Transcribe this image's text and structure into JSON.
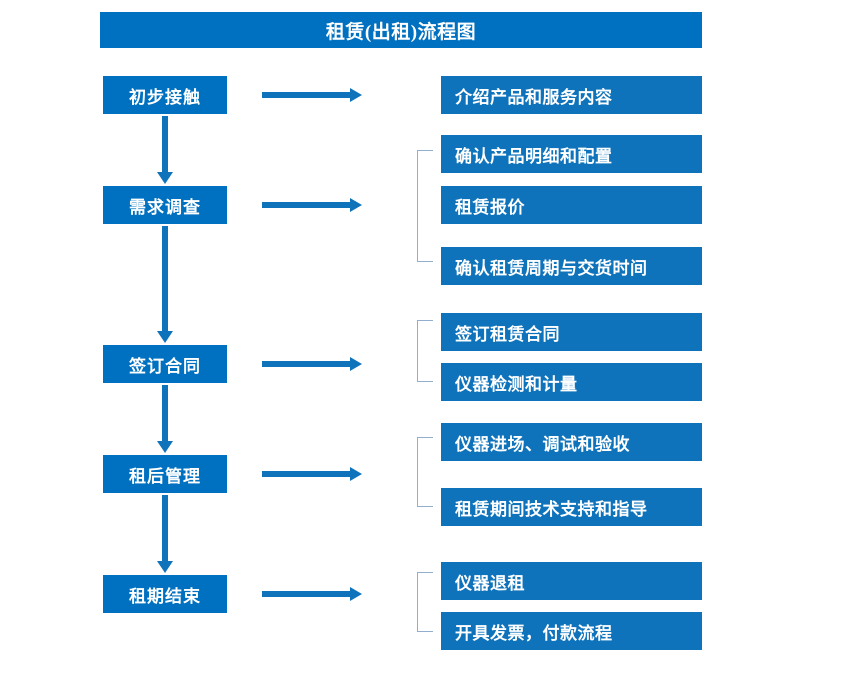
{
  "diagram": {
    "title": "租赁(出租)流程图",
    "colors": {
      "stage_box": "#0070c0",
      "detail_box": "#0f73bb",
      "arrow": "#0f73bb",
      "bracket": "#8faed0",
      "text": "#ffffff",
      "background": "#ffffff"
    },
    "stages": [
      {
        "id": "stage-1",
        "label": "初步接触"
      },
      {
        "id": "stage-2",
        "label": "需求调查"
      },
      {
        "id": "stage-3",
        "label": "签订合同"
      },
      {
        "id": "stage-4",
        "label": "租后管理"
      },
      {
        "id": "stage-5",
        "label": "租期结束"
      }
    ],
    "details": [
      {
        "id": "detail-1",
        "label": "介绍产品和服务内容",
        "stage": "初步接触"
      },
      {
        "id": "detail-2",
        "label": "确认产品明细和配置",
        "stage": "需求调查"
      },
      {
        "id": "detail-3",
        "label": "租赁报价",
        "stage": "需求调查"
      },
      {
        "id": "detail-4",
        "label": "确认租赁周期与交货时间",
        "stage": "需求调查"
      },
      {
        "id": "detail-5",
        "label": "签订租赁合同",
        "stage": "签订合同"
      },
      {
        "id": "detail-6",
        "label": "仪器检测和计量",
        "stage": "签订合同"
      },
      {
        "id": "detail-7",
        "label": "仪器进场、调试和验收",
        "stage": "租后管理"
      },
      {
        "id": "detail-8",
        "label": "租赁期间技术支持和指导",
        "stage": "租后管理"
      },
      {
        "id": "detail-9",
        "label": "仪器退租",
        "stage": "租期结束"
      },
      {
        "id": "detail-10",
        "label": "开具发票，付款流程",
        "stage": "租期结束"
      }
    ],
    "groups": [
      {
        "id": "group-1",
        "stage": "需求调查",
        "members": [
          "确认产品明细和配置",
          "租赁报价",
          "确认租赁周期与交货时间"
        ]
      },
      {
        "id": "group-2",
        "stage": "签订合同",
        "members": [
          "签订租赁合同",
          "仪器检测和计量"
        ]
      },
      {
        "id": "group-3",
        "stage": "租后管理",
        "members": [
          "仪器进场、调试和验收",
          "租赁期间技术支持和指导"
        ]
      },
      {
        "id": "group-4",
        "stage": "租期结束",
        "members": [
          "仪器退租",
          "开具发票，付款流程"
        ]
      }
    ],
    "flow_connectors": [
      {
        "from": "初步接触",
        "to": "需求调查"
      },
      {
        "from": "需求调查",
        "to": "签订合同"
      },
      {
        "from": "签订合同",
        "to": "租后管理"
      },
      {
        "from": "租后管理",
        "to": "租期结束"
      }
    ],
    "branch_connectors": [
      {
        "from": "初步接触",
        "to": "介绍产品和服务内容"
      },
      {
        "from": "需求调查",
        "to": "确认产品明细和配置"
      },
      {
        "from": "签订合同",
        "to": "签订租赁合同"
      },
      {
        "from": "租后管理",
        "to": "仪器进场、调试和验收"
      },
      {
        "from": "租期结束",
        "to": "仪器退租"
      }
    ]
  }
}
